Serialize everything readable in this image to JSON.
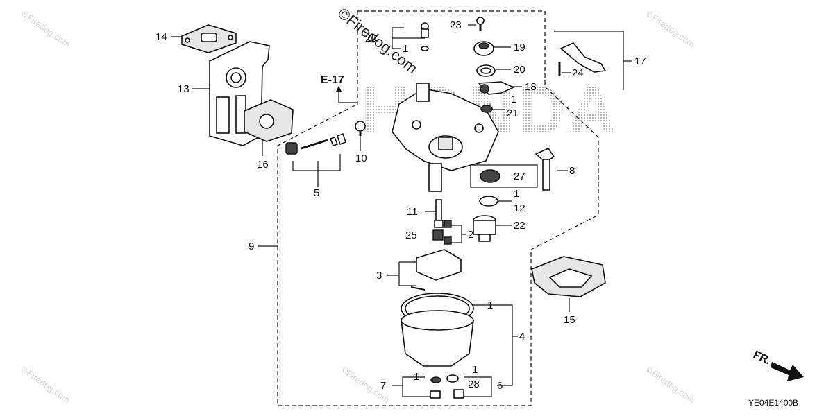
{
  "watermark": {
    "main": "©Firedog.com",
    "tile": "©Firedog.com"
  },
  "brand_text": "HONDA",
  "reference": {
    "section": "E-17",
    "diagram_code": "YE04E1400B",
    "direction": "FR."
  },
  "callouts": {
    "c1a": "1",
    "c1b": "1",
    "c1c": "1",
    "c1d": "1",
    "c1e": "1",
    "c1f": "1",
    "c2": "2",
    "c3": "3",
    "c4": "4",
    "c5": "5",
    "c6": "6",
    "c7": "7",
    "c8": "8",
    "c9": "9",
    "c10": "10",
    "c11": "11",
    "c12": "12",
    "c13": "13",
    "c14": "14",
    "c15": "15",
    "c16": "16",
    "c17": "17",
    "c18": "18",
    "c19": "19",
    "c20": "20",
    "c21": "21",
    "c22": "22",
    "c23": "23",
    "c24": "24",
    "c25": "25",
    "c26": "26",
    "c27": "27",
    "c28": "28"
  }
}
